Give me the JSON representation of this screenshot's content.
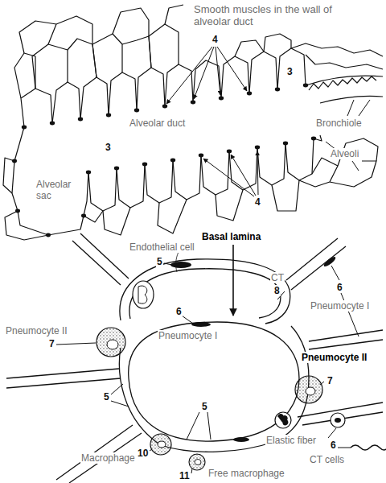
{
  "diagram": {
    "labels": [
      "Smooth muscles in the wall of alveolar duct",
      "4",
      "3",
      "Alveolar duct",
      "Bronchiole",
      "Alveoli",
      "3",
      "Alveolar sac",
      "4",
      "Basal lamina",
      "Endothelial cell",
      "5",
      "CT",
      "8",
      "6",
      "Pneumocyte I",
      "Pneumocyte II",
      "6",
      "Pneumocyte I",
      "7",
      "Pneumocyte II",
      "7",
      "5",
      "5",
      "Elastic fiber",
      "6",
      "CT cells",
      "Macrophage",
      "10",
      "11",
      "Free macrophage"
    ]
  }
}
